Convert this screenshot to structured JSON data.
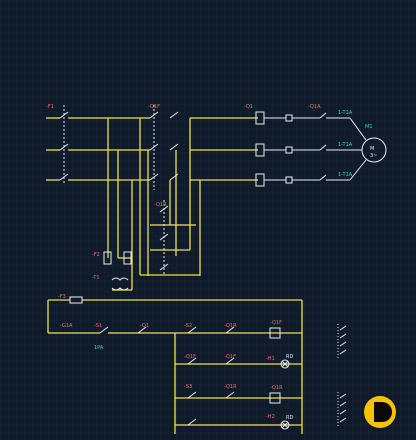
{
  "colors": {
    "background": "#0f1a2a",
    "grid": "#1f2d40",
    "power": "#f1e04a",
    "device": "#e9eef5",
    "label_red": "#ff6a6a",
    "label_cyan": "#3fd6cf",
    "logo_yellow": "#f3c300",
    "logo_dark": "#0a0a0a"
  },
  "labels": {
    "f1": "-F1",
    "q1f": "-Q1F",
    "q1_top": "-Q1",
    "q1a": "-Q1A",
    "m1": "M1",
    "motor_m": "M",
    "motor_phase": "3~",
    "t1a_1": "1-T1A",
    "t1a_2": "1-T1A",
    "t1a_3": "1-T1A",
    "q1r": "-Q1R",
    "f2": "-F2",
    "t1": "-T1",
    "f3": "-F3",
    "g1a": "-G1A",
    "s1": "-S1",
    "q1_mid": "-Q1",
    "s2": "-S2",
    "q1r2": "-Q1R",
    "q1f_coil": "-Q1F",
    "s3": "-S3",
    "q1f_2": "-Q1F",
    "q1r_coil": "-Q1R",
    "q1r_3": "-Q1R",
    "h1": "-H1",
    "h2": "-H2",
    "rd1": "RD",
    "rd2": "RD",
    "q1f_lower": "-Q1F",
    "pulse": "1PA"
  },
  "logo": {
    "name": "logo-mark"
  }
}
